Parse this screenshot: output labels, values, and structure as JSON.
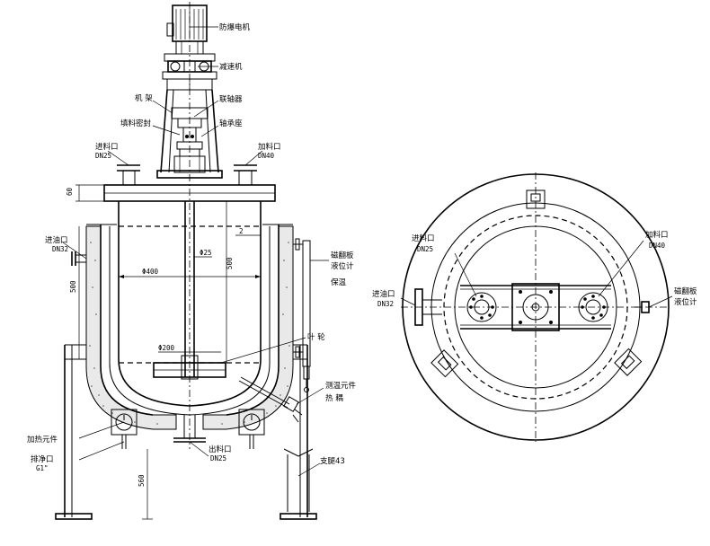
{
  "labels": {
    "motor": "防爆电机",
    "reducer": "减速机",
    "coupling": "联轴器",
    "frame": "机 架",
    "seal": "填料密封",
    "bearing_seat": "轴承座",
    "inlet_left": "进料口",
    "inlet_left_dn": "DN25",
    "inlet_right": "加料口",
    "inlet_right_dn": "DN40",
    "oil_in": "进油口",
    "oil_in_dn": "DN32",
    "level_gauge_1": "磁翻板",
    "level_gauge_2": "液位计",
    "insulation": "保温",
    "impeller": "叶 轮",
    "heater_1": "测温元件",
    "heater_2": "热 耦",
    "heating_element": "加热元件",
    "drain": "排净口",
    "drain_size": "G1\"",
    "outlet": "出料口",
    "outlet_dn": "DN25",
    "support": "支腿43",
    "top_inlet_left": "进料口",
    "top_inlet_left_dn": "DN25",
    "top_inlet_right": "加料口",
    "top_inlet_right_dn": "DN40",
    "top_oil_in": "进油口",
    "top_oil_in_dn": "DN32",
    "top_gauge_1": "磁翻板",
    "top_gauge_2": "液位计"
  },
  "dimensions": {
    "d_top": "60",
    "d_inner": "Φ400",
    "d_shaft": "Φ25",
    "d_impeller": "Φ200",
    "d_gap": "2",
    "d_height": "500",
    "d_jacket": "500",
    "d_leg": "560"
  }
}
